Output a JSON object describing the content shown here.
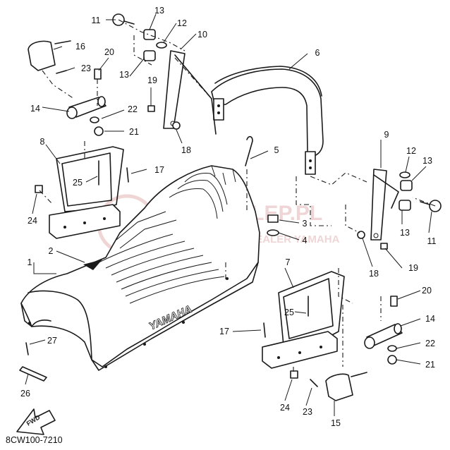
{
  "diagram": {
    "catalog_code": "8CW100-7210",
    "fwd_label": "FWD",
    "brand_label": "YAMAHA",
    "watermark": {
      "title": "PARTS-SKLEP.PL",
      "subtitle": "AUTORYZOWANY DEALER YAMAHA",
      "subtitle_visible": "UTORYZOWANY DEALER YAMAHA",
      "color": "#e3b3b3"
    },
    "callouts": [
      "1",
      "2",
      "4",
      "5",
      "6",
      "7",
      "8",
      "9",
      "10",
      "11",
      "11",
      "12",
      "12",
      "13",
      "13",
      "13",
      "13",
      "14",
      "14",
      "15",
      "16",
      "17",
      "17",
      "18",
      "18",
      "19",
      "19",
      "20",
      "20",
      "21",
      "21",
      "22",
      "22",
      "23",
      "23",
      "24",
      "24",
      "25",
      "25",
      "26",
      "27",
      "3"
    ]
  }
}
